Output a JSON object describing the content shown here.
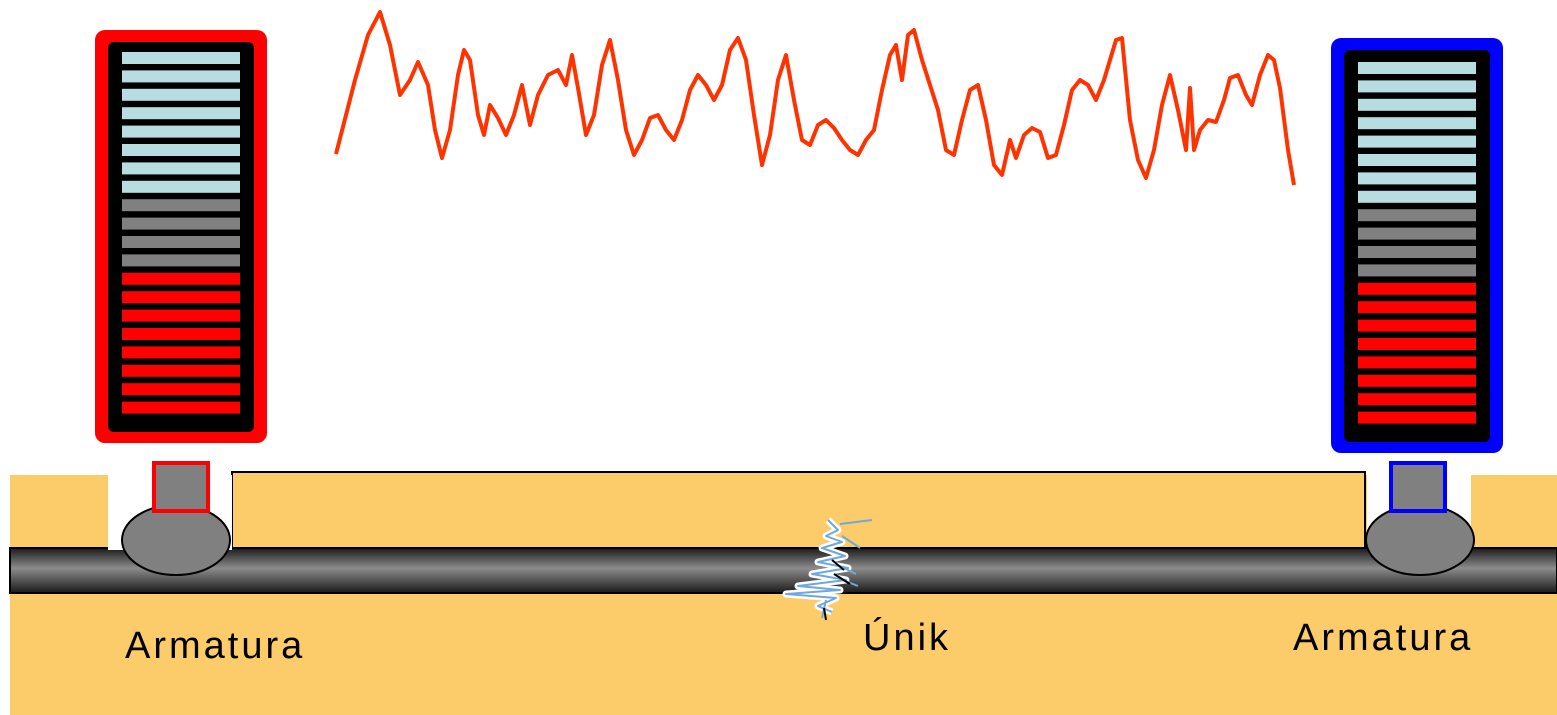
{
  "labels": {
    "left_fitting": "Armatura",
    "leak": "Únik",
    "right_fitting": "Armatura"
  },
  "colors": {
    "ground": "#FCCC6B",
    "pipe": "#555555",
    "signal": "#FF3300",
    "left_sensor_frame": "#FF0000",
    "right_sensor_frame": "#0000FF",
    "level_light": "#B8DDE0",
    "level_mid": "#808080",
    "level_high": "#FF0000",
    "fitting": "#808080"
  },
  "left_meter": {
    "icon": "level-meter-icon",
    "segments": [
      "light",
      "light",
      "light",
      "light",
      "light",
      "light",
      "light",
      "light",
      "mid",
      "mid",
      "mid",
      "mid",
      "high",
      "high",
      "high",
      "high",
      "high",
      "high",
      "high",
      "high"
    ]
  },
  "right_meter": {
    "icon": "level-meter-icon",
    "segments": [
      "light",
      "light",
      "light",
      "light",
      "light",
      "light",
      "light",
      "light",
      "mid",
      "mid",
      "mid",
      "mid",
      "high",
      "high",
      "high",
      "high",
      "high",
      "high",
      "high",
      "high"
    ]
  },
  "waveform": {
    "icon": "acoustic-signal-icon"
  },
  "leak": {
    "icon": "leak-crack-icon"
  }
}
